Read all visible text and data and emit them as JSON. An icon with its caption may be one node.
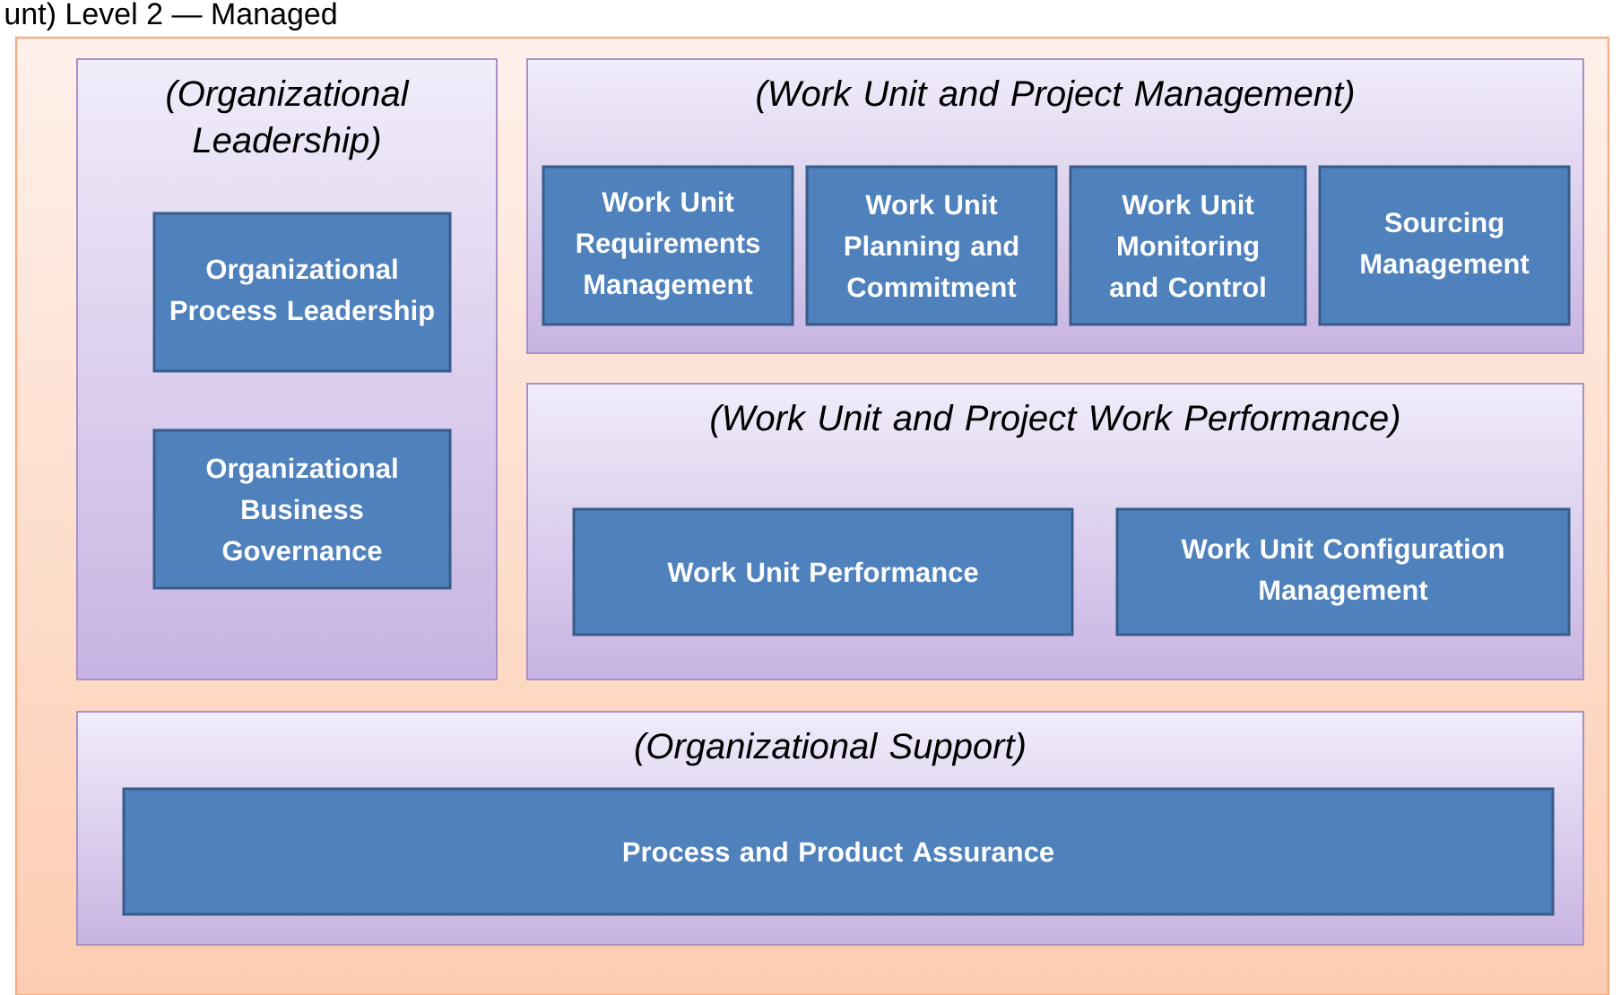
{
  "diagram": {
    "title": "unt) Level 2 — Managed",
    "nodes": [
      {
        "text": [
          "(Organizational Leadership)"
        ]
      },
      {
        "text": [
          "Organizational Process Leadership"
        ],
        "in": 0
      },
      {
        "text": [
          "Organizational Business Governance"
        ],
        "in": 0
      },
      {
        "text": [
          "(Work Unit and Project Management)"
        ]
      },
      {
        "text": [
          "Work Unit Requirements Management"
        ],
        "in": 3
      },
      {
        "text": [
          "Work Unit Planning and Commitment"
        ],
        "in": 3
      },
      {
        "text": [
          "Work Unit Monitoring and Control"
        ],
        "in": 3
      },
      {
        "text": [
          "Sourcing Management"
        ],
        "in": 3
      },
      {
        "text": [
          "(Work Unit and Project Work Performance)"
        ]
      },
      {
        "text": [
          "Work Unit Performance"
        ],
        "in": 8
      },
      {
        "text": [
          "Work Unit Configuration Management"
        ],
        "in": 8
      },
      {
        "text": [
          "(Organizational Support)"
        ]
      },
      {
        "text": [
          "Process and Product Assurance"
        ],
        "in": 11
      }
    ]
  }
}
